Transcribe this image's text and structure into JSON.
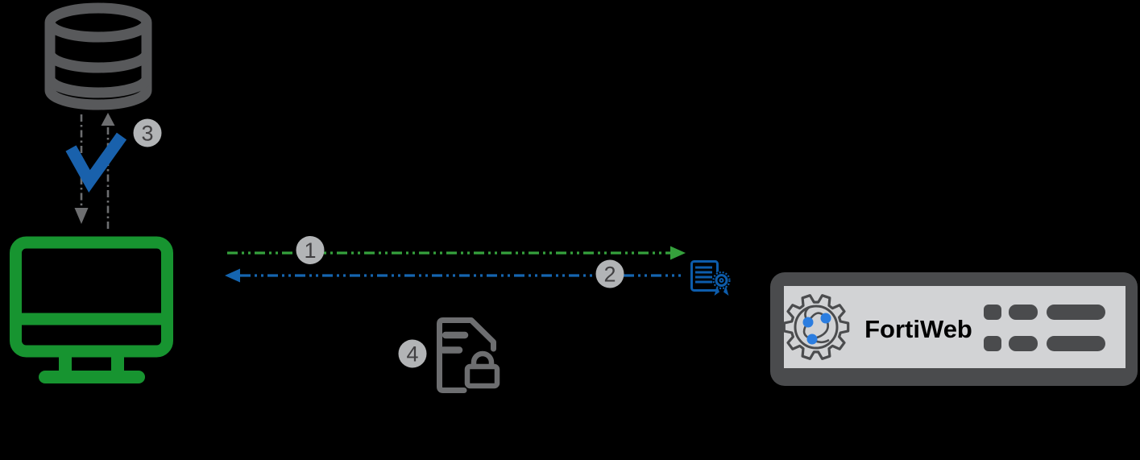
{
  "colors": {
    "background": "#000000",
    "monitor-green": "#179430",
    "arrow-green": "#35a13c",
    "link-blue": "#1565b0",
    "check-blue": "#1961ac",
    "cert-blue": "#0d5cab",
    "icon-gray": "#58595b",
    "doc-gray": "#6d6e70",
    "dash-gray": "#6d6e70",
    "badge-bg": "#b2b4b6",
    "badge-text": "#414042",
    "appliance-frame": "#4a4b4d",
    "appliance-panel": "#d2d3d5",
    "gear-outline": "#4b4c4e",
    "node-blue": "#2b7de0",
    "label-black": "#000000"
  },
  "appliance": {
    "label": "FortiWeb"
  },
  "steps": [
    {
      "number": "1"
    },
    {
      "number": "2"
    },
    {
      "number": "3"
    },
    {
      "number": "4"
    }
  ],
  "icons": [
    "database-icon",
    "monitor-icon",
    "check-icon",
    "certificate-icon",
    "locked-document-icon",
    "gear-network-icon"
  ]
}
